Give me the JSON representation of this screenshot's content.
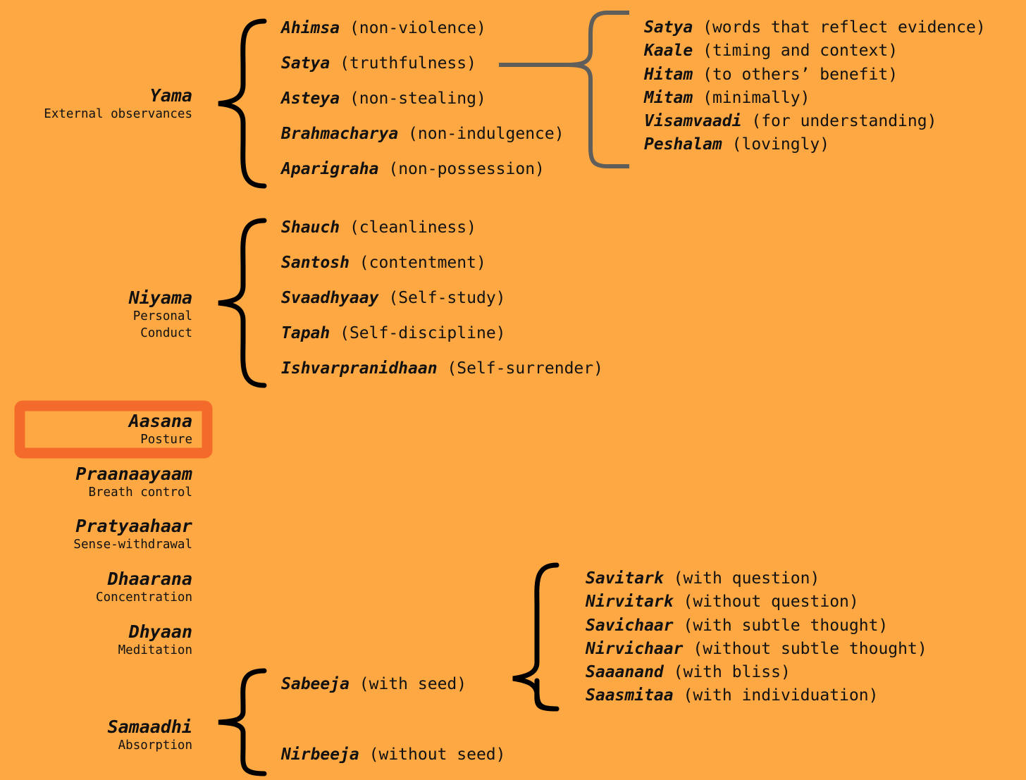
{
  "limbs": [
    {
      "name": "Yama",
      "desc": "External observances"
    },
    {
      "name": "Niyama",
      "desc_lines": [
        "Personal",
        "Conduct"
      ]
    },
    {
      "name": "Aasana",
      "desc": "Posture",
      "highlighted": true
    },
    {
      "name": "Praanaayaam",
      "desc": "Breath control"
    },
    {
      "name": "Pratyaahaar",
      "desc": "Sense-withdrawal"
    },
    {
      "name": "Dhaarana",
      "desc": "Concentration"
    },
    {
      "name": "Dhyaan",
      "desc": "Meditation"
    },
    {
      "name": "Samaadhi",
      "desc": "Absorption"
    }
  ],
  "yama_items": [
    {
      "term": "Ahimsa",
      "meaning": "(non-violence)"
    },
    {
      "term": "Satya",
      "meaning": "(truthfulness)"
    },
    {
      "term": "Asteya",
      "meaning": "(non-stealing)"
    },
    {
      "term": "Brahmacharya",
      "meaning": "(non-indulgence)"
    },
    {
      "term": "Aparigraha",
      "meaning": "(non-possession)"
    }
  ],
  "satya_items": [
    {
      "term": "Satya",
      "meaning": "(words that reflect evidence)"
    },
    {
      "term": "Kaale",
      "meaning": "(timing and context)"
    },
    {
      "term": "Hitam",
      "meaning": "(to others’ benefit)"
    },
    {
      "term": "Mitam",
      "meaning": "(minimally)"
    },
    {
      "term": "Visamvaadi",
      "meaning": "(for understanding)"
    },
    {
      "term": "Peshalam",
      "meaning": "(lovingly)"
    }
  ],
  "niyama_items": [
    {
      "term": "Shauch",
      "meaning": "(cleanliness)"
    },
    {
      "term": "Santosh",
      "meaning": "(contentment)"
    },
    {
      "term": "Svaadhyaay",
      "meaning": "(Self-study)"
    },
    {
      "term": "Tapah",
      "meaning": "(Self-discipline)"
    },
    {
      "term": "Ishvarpranidhaan",
      "meaning": "(Self-surrender)"
    }
  ],
  "samaadhi_items": [
    {
      "term": "Sabeeja",
      "meaning": "(with seed)"
    },
    {
      "term": "Nirbeeja",
      "meaning": "(without seed)"
    }
  ],
  "sabeeja_items": [
    {
      "term": "Savitark",
      "meaning": "(with question)"
    },
    {
      "term": "Nirvitark",
      "meaning": "(without question)"
    },
    {
      "term": "Savichaar",
      "meaning": "(with subtle thought)"
    },
    {
      "term": "Nirvichaar",
      "meaning": "(without subtle thought)"
    },
    {
      "term": "Saaanand",
      "meaning": "(with bliss)"
    },
    {
      "term": "Saasmitaa",
      "meaning": "(with individuation)"
    }
  ],
  "colors": {
    "background": "#FDA843",
    "brace": "#000000",
    "satya_brace": "#5F5E5B",
    "highlight": "#F46A2A"
  }
}
